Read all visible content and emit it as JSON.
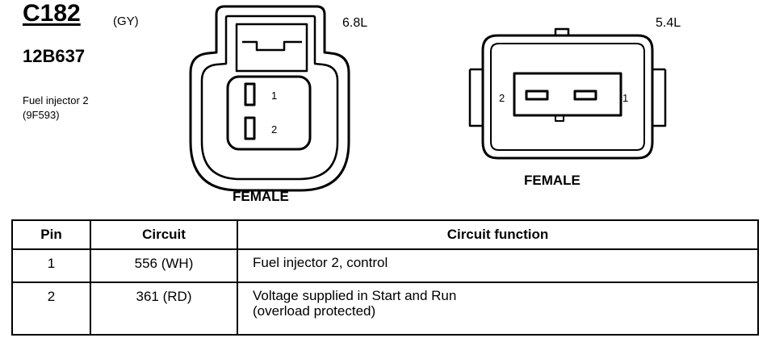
{
  "connector": {
    "id": "C182",
    "color_code": "(GY)",
    "part_number": "12B637",
    "description": [
      "Fuel injector 2",
      "(9F593)"
    ]
  },
  "views": [
    {
      "engine": "6.8L",
      "gender": "FEMALE",
      "pins": [
        "1",
        "2"
      ]
    },
    {
      "engine": "5.4L",
      "gender": "FEMALE",
      "pins": [
        "2",
        "1"
      ]
    }
  ],
  "table": {
    "headers": [
      "Pin",
      "Circuit",
      "Circuit function"
    ],
    "rows": [
      {
        "pin": "1",
        "circuit": "556 (WH)",
        "function": [
          "Fuel injector 2, control"
        ]
      },
      {
        "pin": "2",
        "circuit": "361 (RD)",
        "function": [
          "Voltage supplied in Start and Run",
          "(overload protected)"
        ]
      }
    ]
  }
}
